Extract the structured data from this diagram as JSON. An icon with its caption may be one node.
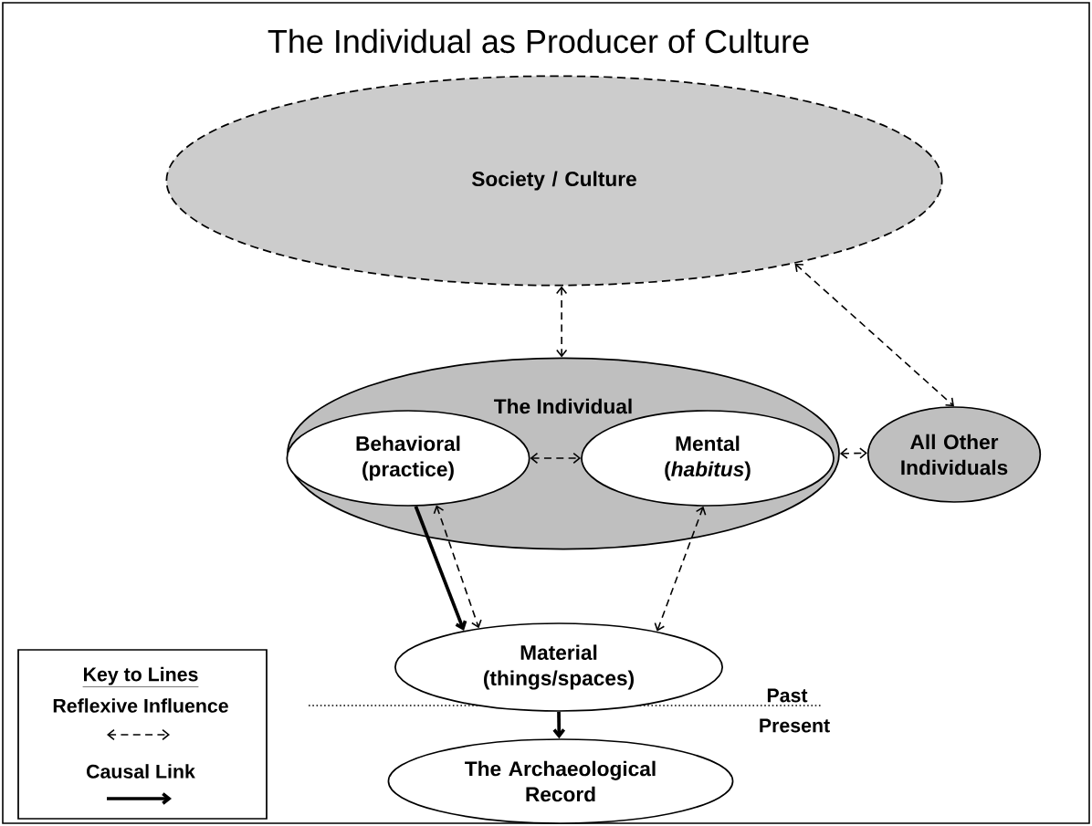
{
  "diagram": {
    "title": "The Individual as Producer of Culture",
    "nodes": [
      {
        "text": [
          "Society / Culture"
        ]
      },
      {
        "text": [
          "The Individual"
        ]
      },
      {
        "text": [
          "Behavioral (practice)"
        ],
        "in": 1
      },
      {
        "text": [
          "Mental (*habitus*)"
        ],
        "in": 1
      },
      {
        "text": [
          "All Other Individuals"
        ]
      },
      {
        "text": [
          "Material (things/spaces)"
        ]
      },
      {
        "text": [
          "The Archaeological Record"
        ]
      }
    ],
    "edges": [
      {
        "from": 0,
        "to": 1,
        "arrow": "both",
        "style": "dashed"
      },
      {
        "from": 0,
        "to": 4,
        "arrow": "both",
        "style": "dashed"
      },
      {
        "from": 2,
        "to": 3,
        "arrow": "both",
        "style": "dashed"
      },
      {
        "from": 1,
        "to": 4,
        "arrow": "both",
        "style": "dashed"
      },
      {
        "from": 2,
        "to": 5,
        "arrow": "to",
        "style": "thick"
      },
      {
        "from": 2,
        "to": 5,
        "arrow": "both",
        "style": "dashed"
      },
      {
        "from": 3,
        "to": 5,
        "arrow": "both",
        "style": "dashed"
      },
      {
        "from": 5,
        "to": 6,
        "arrow": "to",
        "style": "thick"
      }
    ],
    "labels": [
      "Past",
      "Present",
      "Key to Lines"
    ],
    "legend": [
      {
        "text": "Reflexive Influence"
      },
      {
        "text": "Causal Link"
      }
    ]
  }
}
